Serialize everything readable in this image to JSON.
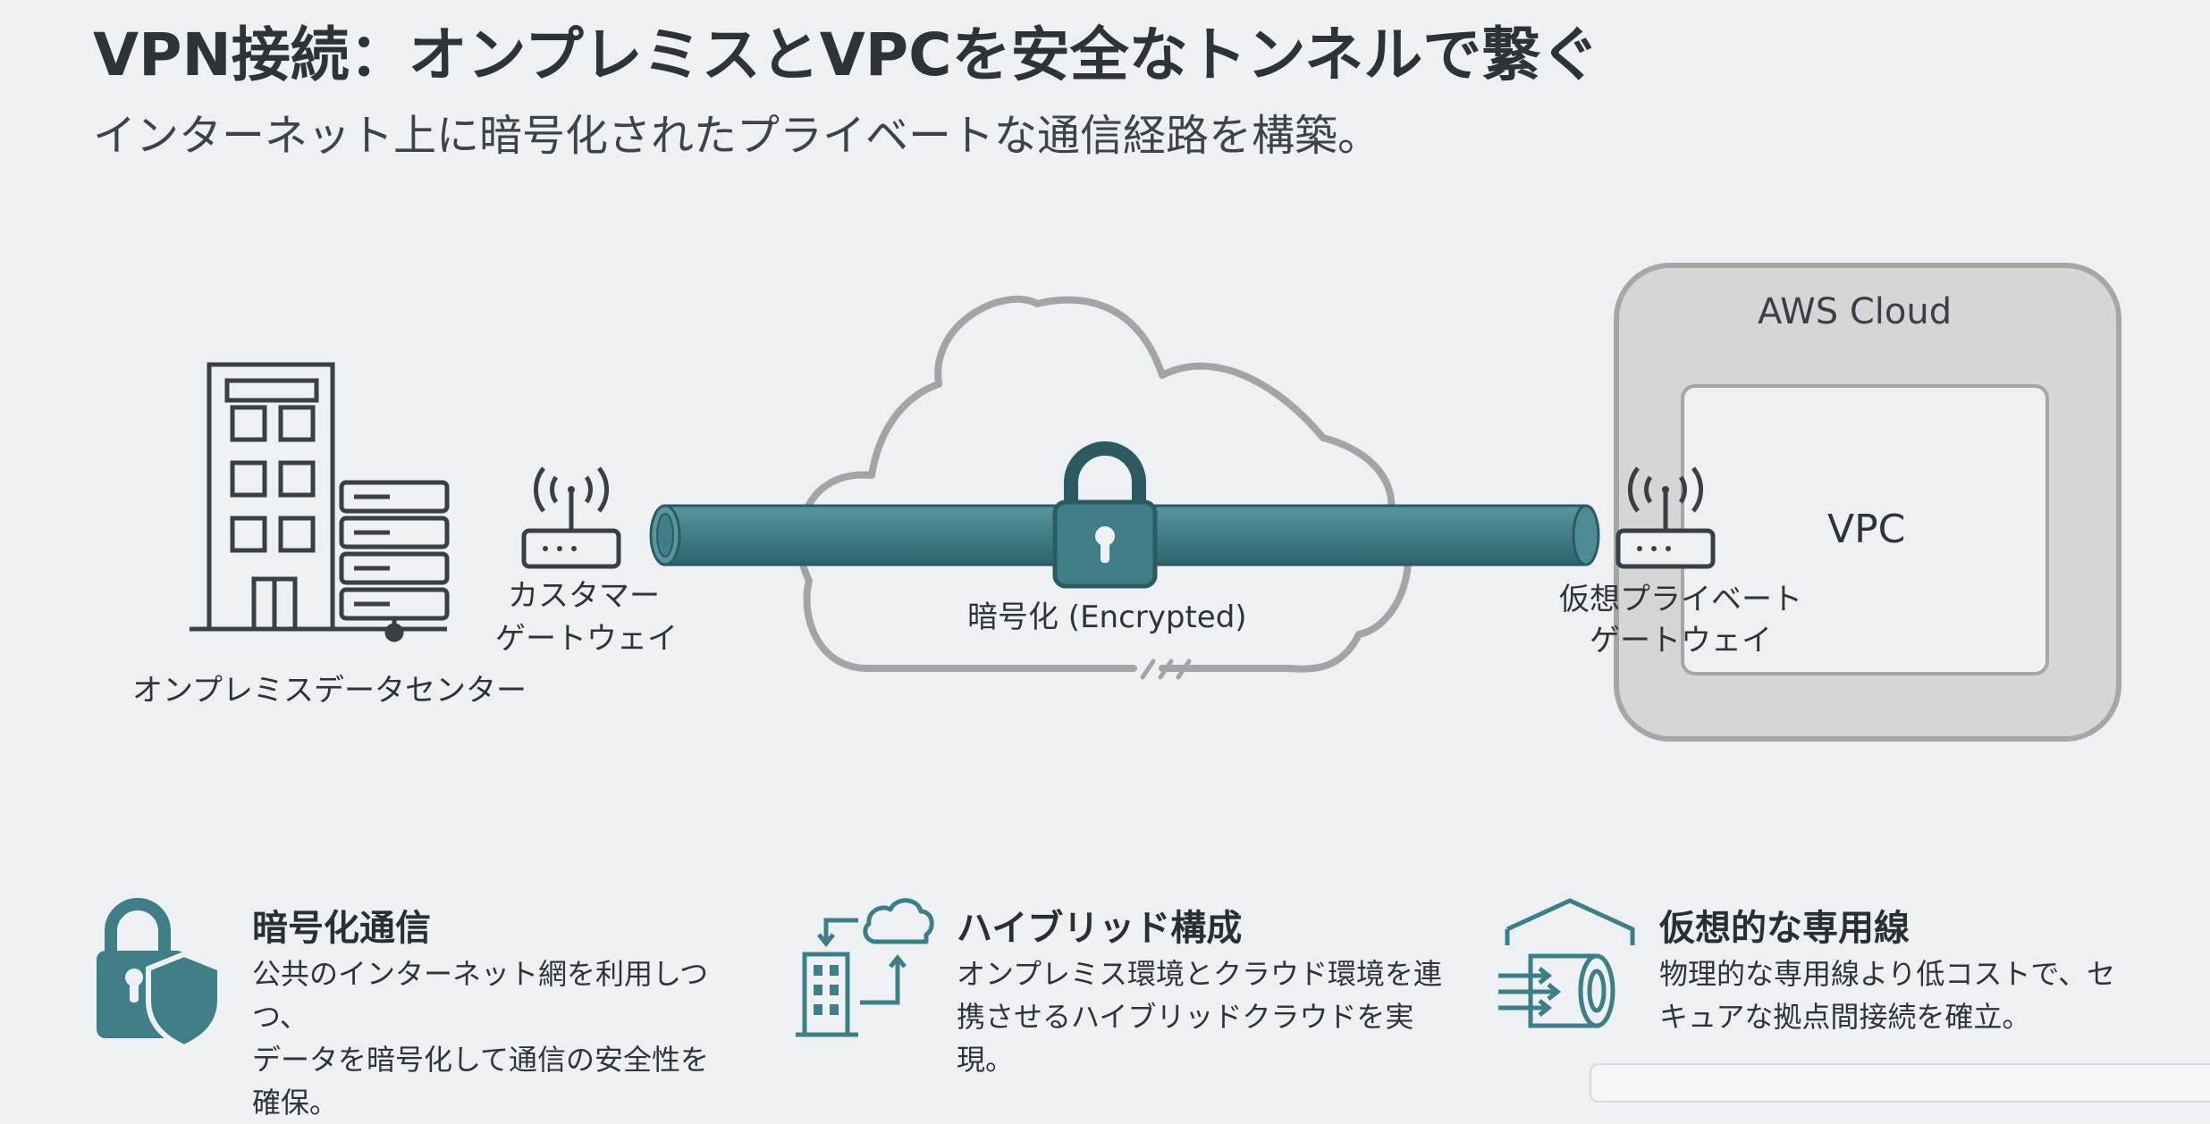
{
  "header": {
    "title": "VPN接続：オンプレミスとVPCを安全なトンネルで繋ぐ",
    "subtitle": "インターネット上に暗号化されたプライベートな通信経路を構築。"
  },
  "diagram": {
    "datacenter_label": "オンプレミスデータセンター",
    "customer_gateway_line1": "カスタマー",
    "customer_gateway_line2": "ゲートウェイ",
    "tunnel_label": "暗号化 (Encrypted)",
    "virtual_gateway_line1": "仮想プライベート",
    "virtual_gateway_line2": "ゲートウェイ",
    "aws_cloud_label": "AWS Cloud",
    "vpc_label": "VPC"
  },
  "features": [
    {
      "icon": "lock-shield-icon",
      "title": "暗号化通信",
      "text": "公共のインターネット網を利用しつつ、\nデータを暗号化して通信の安全性を\n確保。"
    },
    {
      "icon": "hybrid-cloud-icon",
      "title": "ハイブリッド構成",
      "text": "オンプレミス環境とクラウド環境を連\n携させるハイブリッドクラウドを実現。"
    },
    {
      "icon": "virtual-line-icon",
      "title": "仮想的な専用線",
      "text": "物理的な専用線より低コストで、セ\nキュアな拠点間接続を確立。"
    }
  ],
  "colors": {
    "teal": "#3f7e87",
    "teal_dark": "#2b5a61",
    "gray_line": "#a4a4a4",
    "icon_dark": "#3a3f44"
  }
}
